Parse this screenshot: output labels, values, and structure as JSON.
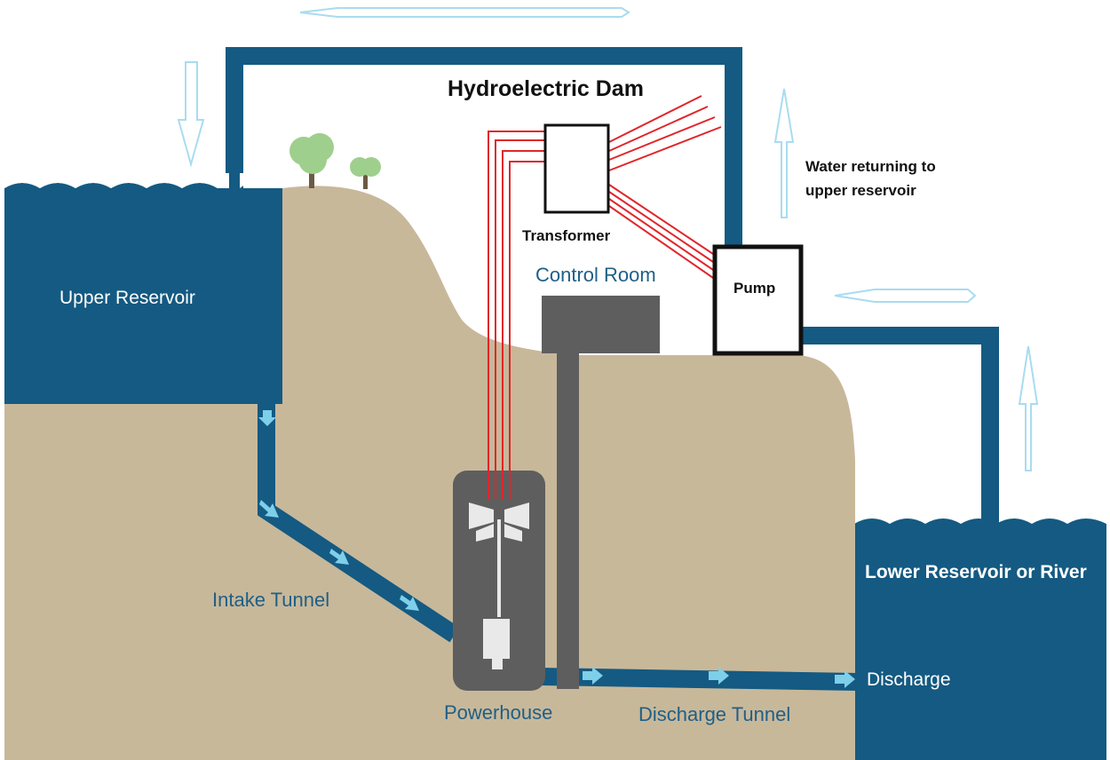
{
  "title": "Hydroelectric Dam",
  "labels": {
    "upper_reservoir": "Upper Reservoir",
    "lower_reservoir": "Lower Reservoir or River",
    "intake_tunnel": "Intake Tunnel",
    "powerhouse": "Powerhouse",
    "discharge_tunnel": "Discharge Tunnel",
    "discharge": "Discharge",
    "control_room": "Control Room",
    "transformer": "Transformer",
    "pump": "Pump",
    "water_returning_line1": "Water returning to",
    "water_returning_line2": "upper reservoir"
  },
  "colors": {
    "water": "#145a82",
    "earth": "#c8b89a",
    "powerhouse": "#5e5e5e",
    "power_lines": "#e0262b",
    "flow_arrows": "#7ecfea",
    "outline_arrows": "#a9dcef"
  },
  "icons": {
    "flow_arrow": "arrow-right-icon",
    "tree": "tree-icon",
    "turbine": "turbine-icon",
    "generator": "generator-icon"
  }
}
